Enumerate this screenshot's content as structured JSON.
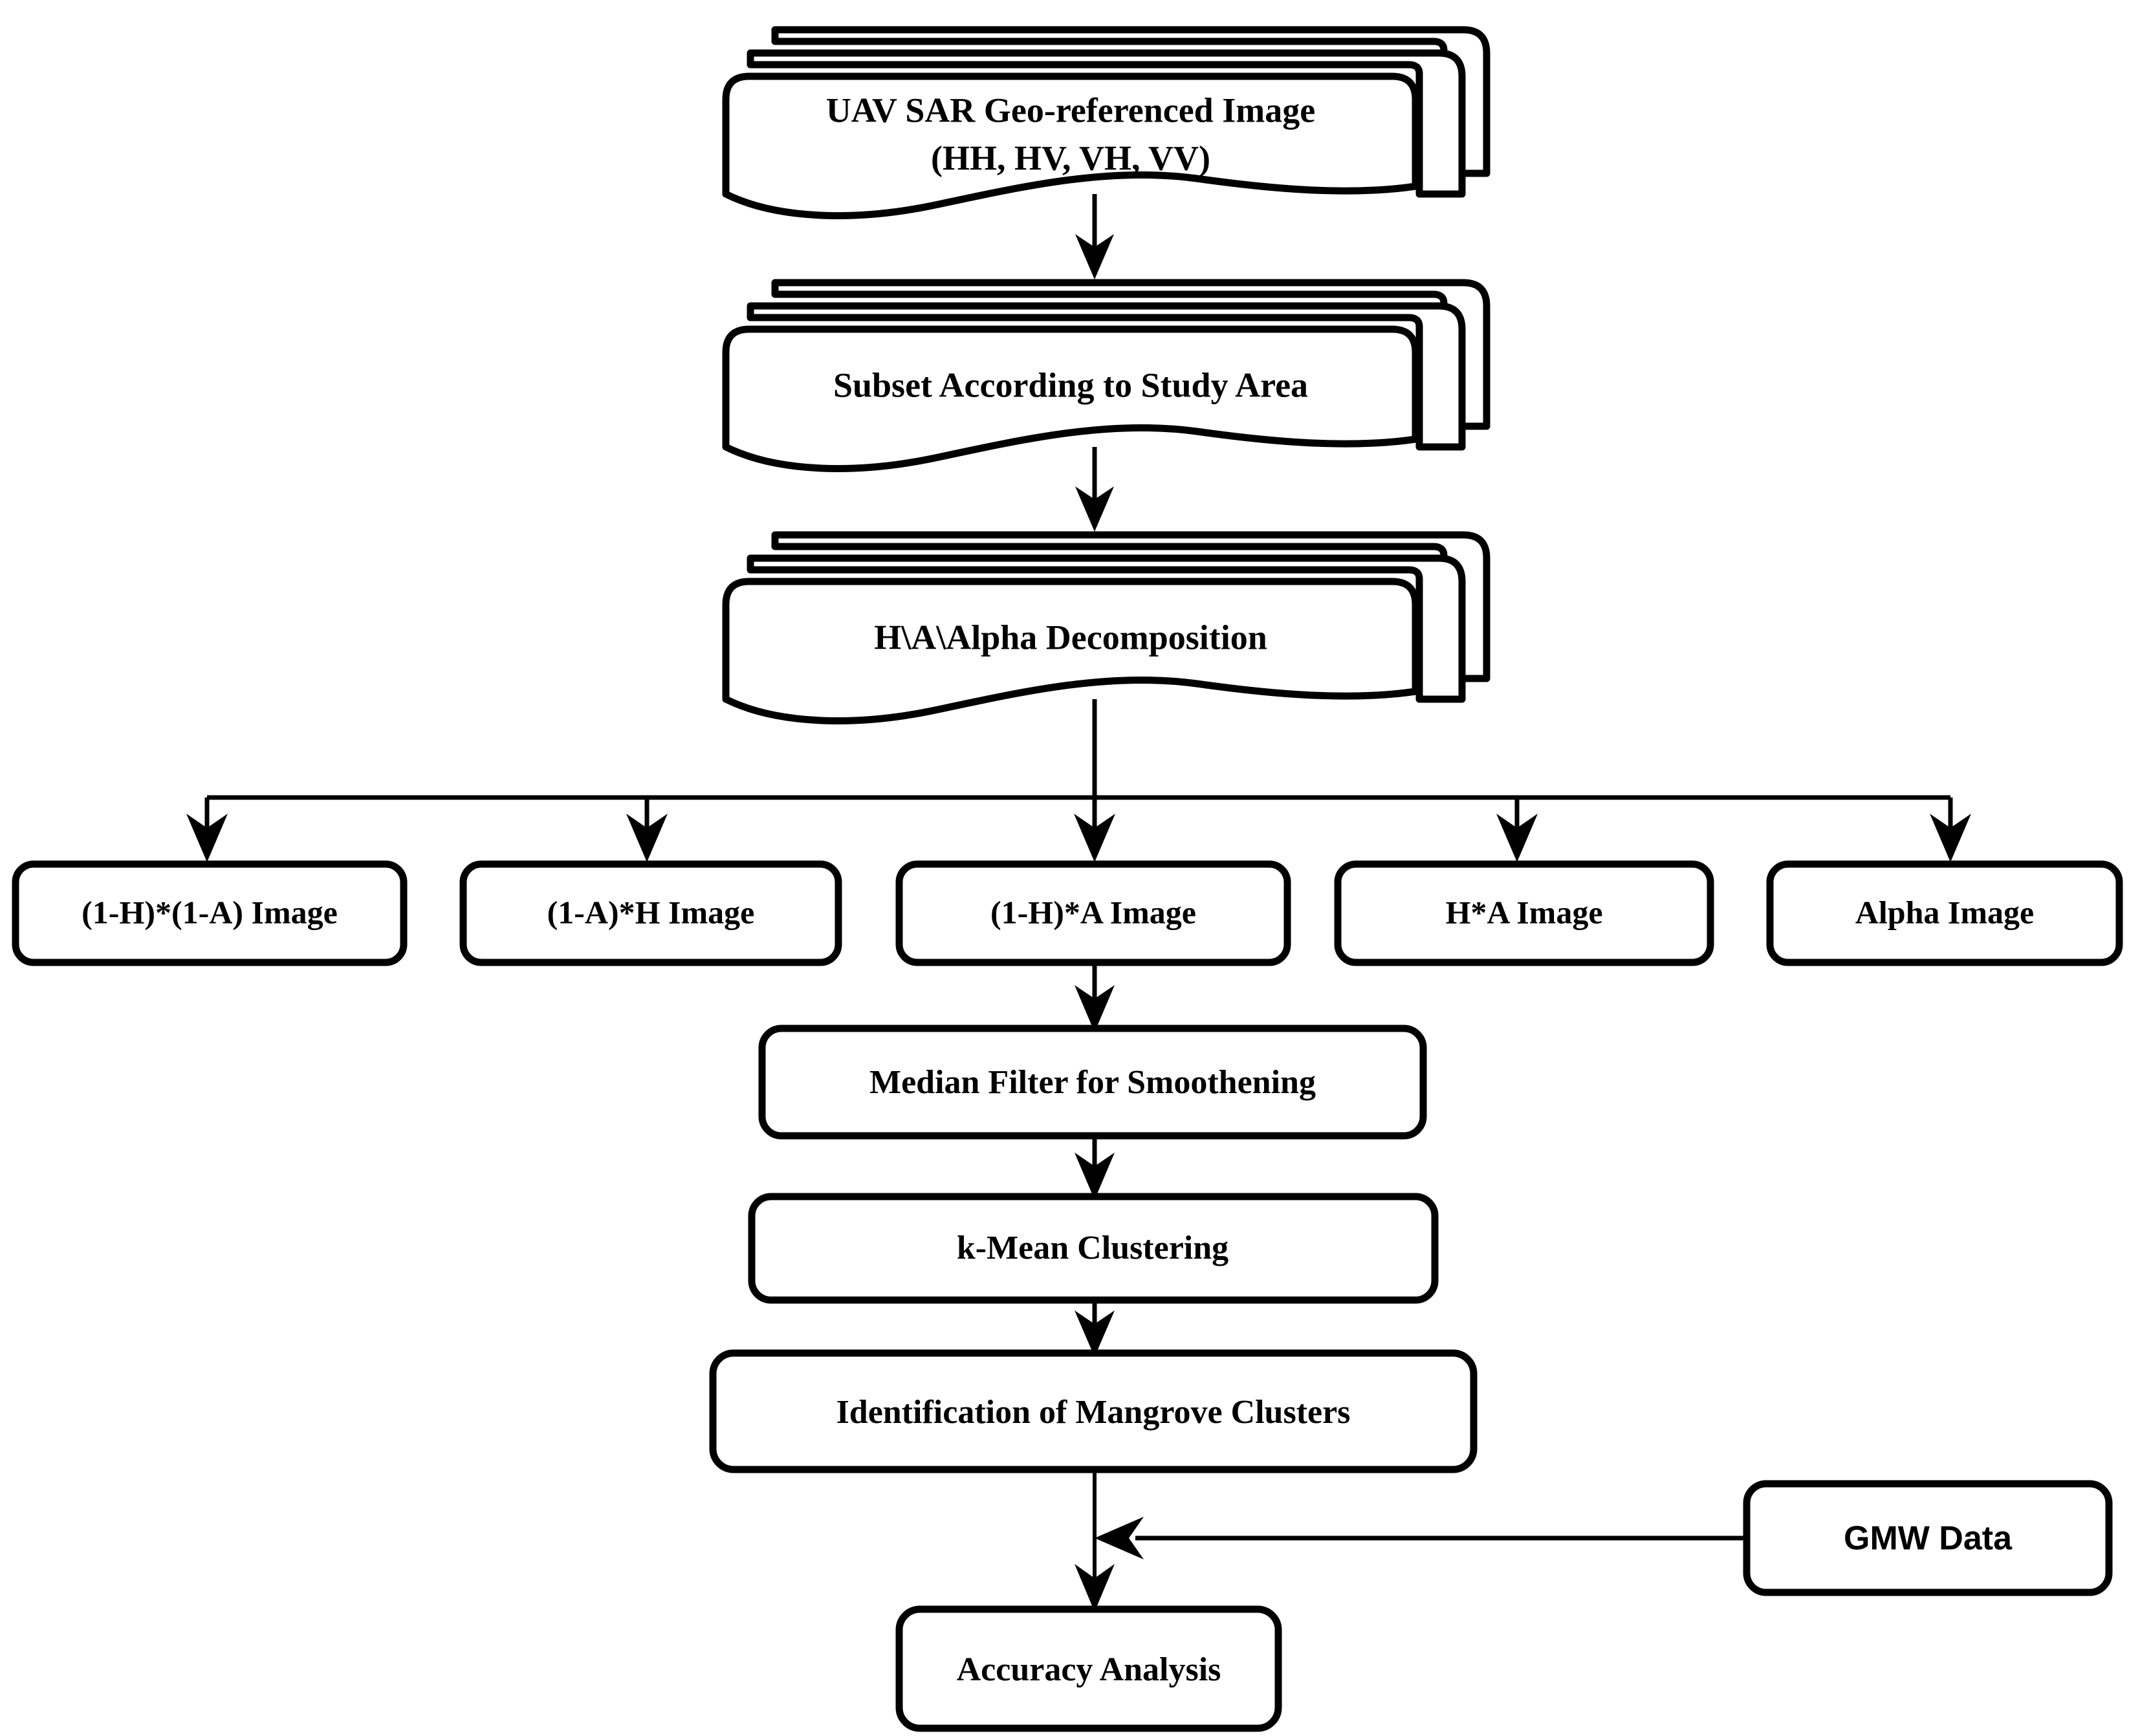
{
  "diagram": {
    "title": "Mangrove Mapping Methodology Flowchart",
    "background_color": "#ffffff",
    "line_color": "#000000"
  },
  "nodes": {
    "input_image": {
      "label_line1": "UAV SAR Geo-referenced Image",
      "label_line2": "(HH, HV, VH, VV)",
      "shape": "multi-document"
    },
    "subset": {
      "label": "Subset According to Study Area",
      "shape": "multi-document"
    },
    "decomposition": {
      "label": "H\\A\\Alpha Decomposition",
      "shape": "multi-document"
    },
    "branch_products": [
      {
        "label": "(1-H)*(1-A) Image",
        "shape": "rounded-rect"
      },
      {
        "label": "(1-A)*H Image",
        "shape": "rounded-rect"
      },
      {
        "label": "(1-H)*A Image",
        "shape": "rounded-rect"
      },
      {
        "label": "H*A Image",
        "shape": "rounded-rect"
      },
      {
        "label": "Alpha Image",
        "shape": "rounded-rect"
      }
    ],
    "median_filter": {
      "label": "Median Filter for Smoothening",
      "shape": "rounded-rect"
    },
    "kmean": {
      "label": "k-Mean Clustering",
      "shape": "rounded-rect"
    },
    "identification": {
      "label": "Identification of Mangrove Clusters",
      "shape": "rounded-rect"
    },
    "gmw_data": {
      "label": "GMW Data",
      "shape": "rounded-rect",
      "font": "sans-serif"
    },
    "accuracy": {
      "label": "Accuracy Analysis",
      "shape": "rounded-rect"
    }
  },
  "edges": [
    {
      "from": "input_image",
      "to": "subset",
      "type": "arrow-down"
    },
    {
      "from": "subset",
      "to": "decomposition",
      "type": "arrow-down"
    },
    {
      "from": "decomposition",
      "to": "branch_products",
      "type": "split-bus-five"
    },
    {
      "from": "branch_products.2",
      "to": "median_filter",
      "type": "arrow-down"
    },
    {
      "from": "median_filter",
      "to": "kmean",
      "type": "arrow-down"
    },
    {
      "from": "kmean",
      "to": "identification",
      "type": "arrow-down"
    },
    {
      "from": "identification",
      "to": "accuracy",
      "type": "arrow-down"
    },
    {
      "from": "gmw_data",
      "to": "accuracy_link",
      "type": "arrow-left"
    }
  ]
}
